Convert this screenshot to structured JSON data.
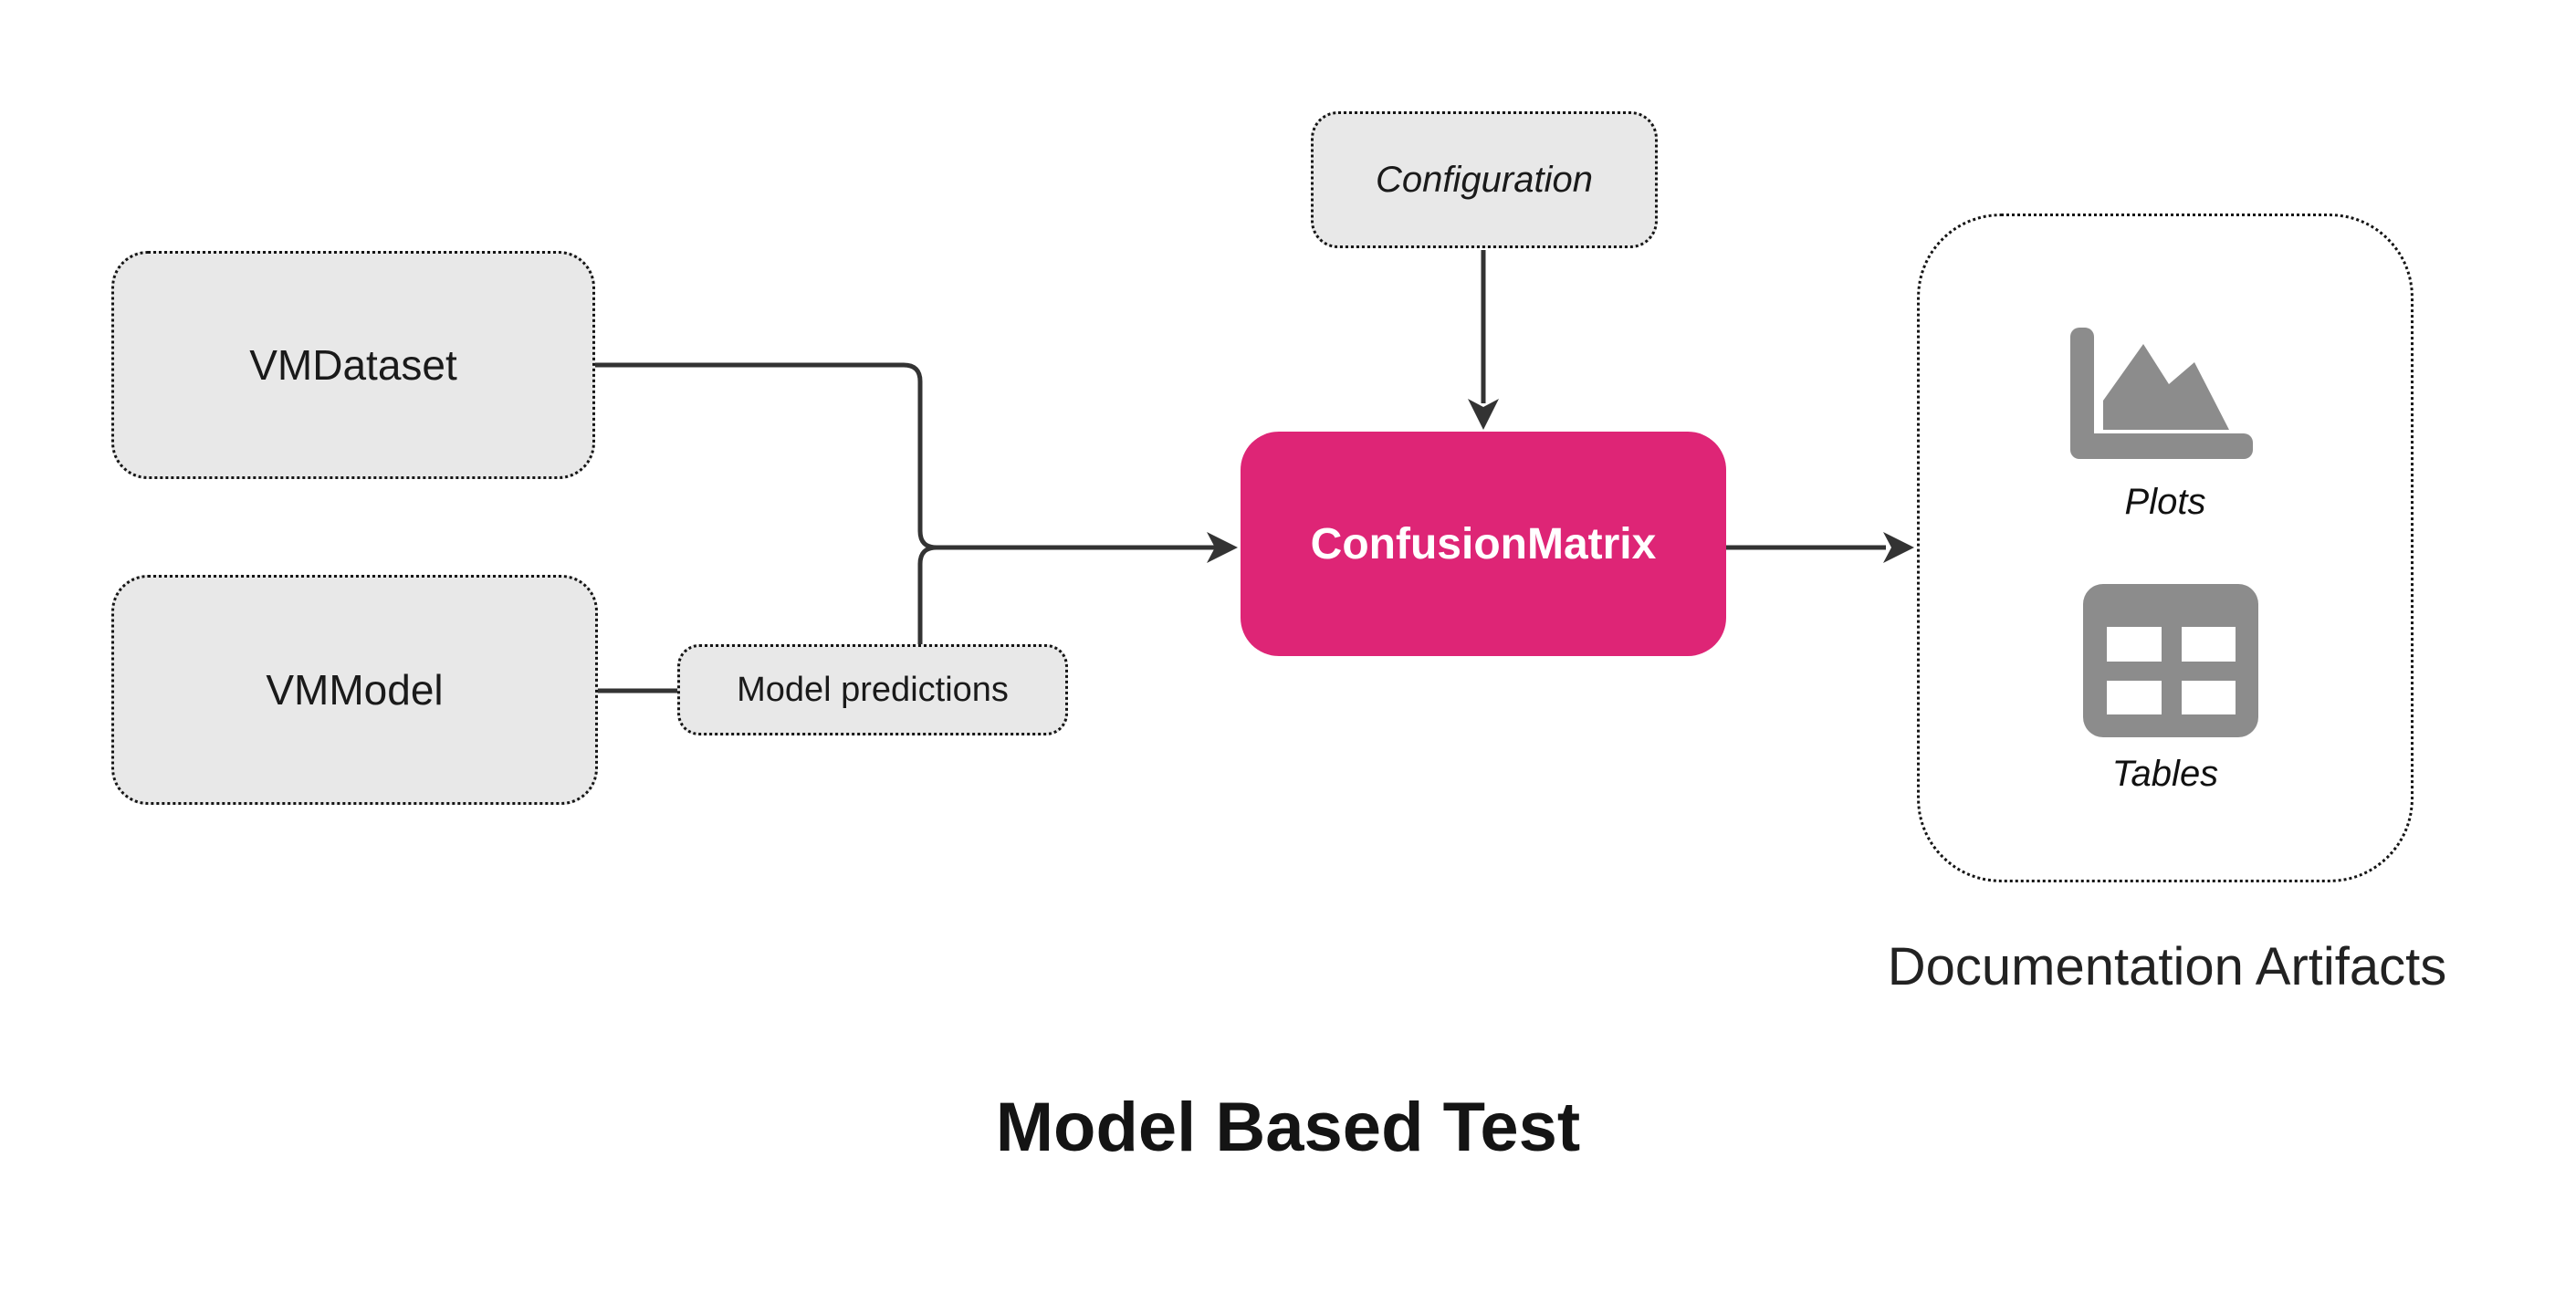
{
  "diagram_title": "Model Based Test",
  "nodes": {
    "vmdataset": {
      "label": "VMDataset"
    },
    "vmmodel": {
      "label": "VMModel"
    },
    "model_predictions": {
      "label": "Model predictions"
    },
    "configuration": {
      "label": "Configuration"
    },
    "confusion_matrix": {
      "label": "ConfusionMatrix"
    }
  },
  "artifacts": {
    "caption": "Documentation Artifacts",
    "items": [
      {
        "icon": "plots-chart-icon",
        "label": "Plots"
      },
      {
        "icon": "tables-grid-icon",
        "label": "Tables"
      }
    ]
  },
  "colors": {
    "accent_pink": "#de2576",
    "node_fill": "#e8e8e8",
    "dotted_border": "#151515",
    "connector": "#333333",
    "icon_gray": "#8c8c8c",
    "text": "#1a1a1a"
  }
}
